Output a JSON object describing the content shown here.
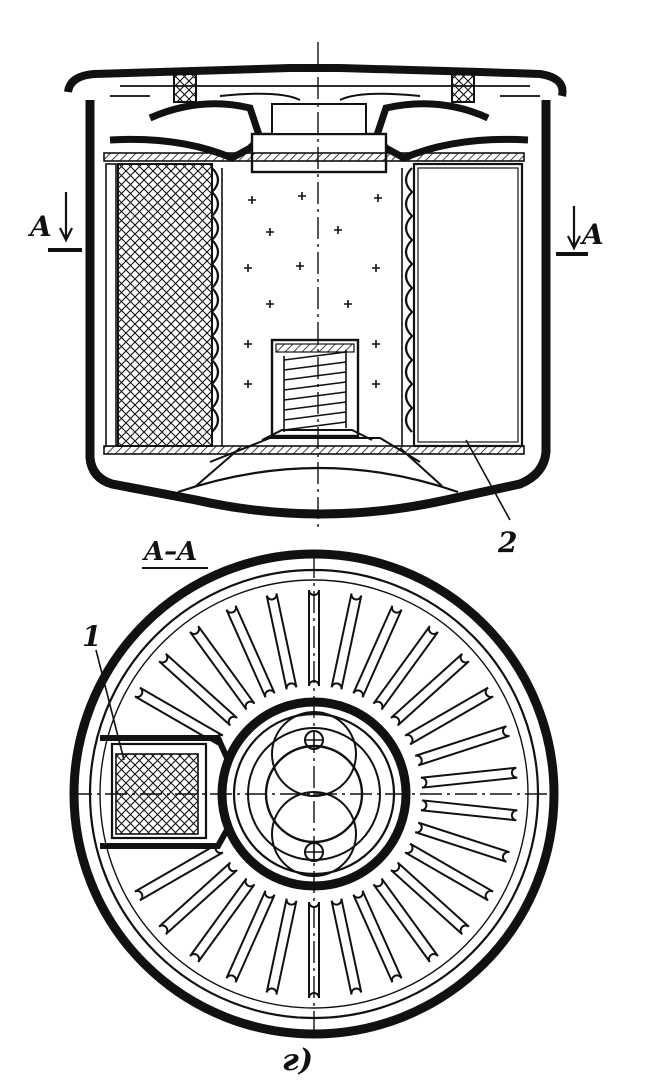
{
  "figure": {
    "section_marker": "A",
    "section_title": "A–A",
    "callout_1": "1",
    "callout_2": "2",
    "figure_label": "г)"
  },
  "colors": {
    "ink": "#111111",
    "paper": "#ffffff"
  }
}
